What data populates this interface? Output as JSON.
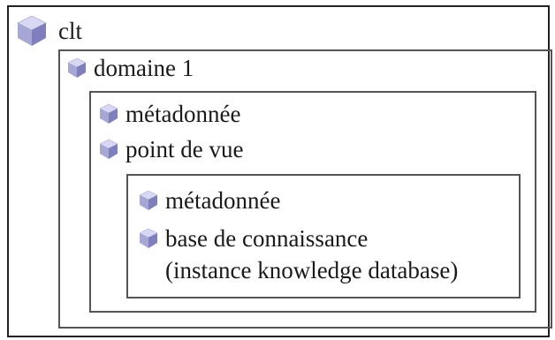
{
  "diagram": {
    "root": {
      "label": "clt"
    },
    "domain": {
      "label": "domaine 1"
    },
    "level2": {
      "metadata_label": "métadonnée",
      "viewpoint_label": "point de vue"
    },
    "level3": {
      "metadata_label": "métadonnée",
      "kb_label_line1": "base de connaissance",
      "kb_label_line2": "(instance knowledge database)"
    },
    "icon": "cube-icon",
    "colors": {
      "cube_top": "#d8d8f4",
      "cube_left": "#a7a7d6",
      "cube_right": "#7f7fbd",
      "border_outer": "#222222",
      "border_inner": "#555555"
    }
  }
}
